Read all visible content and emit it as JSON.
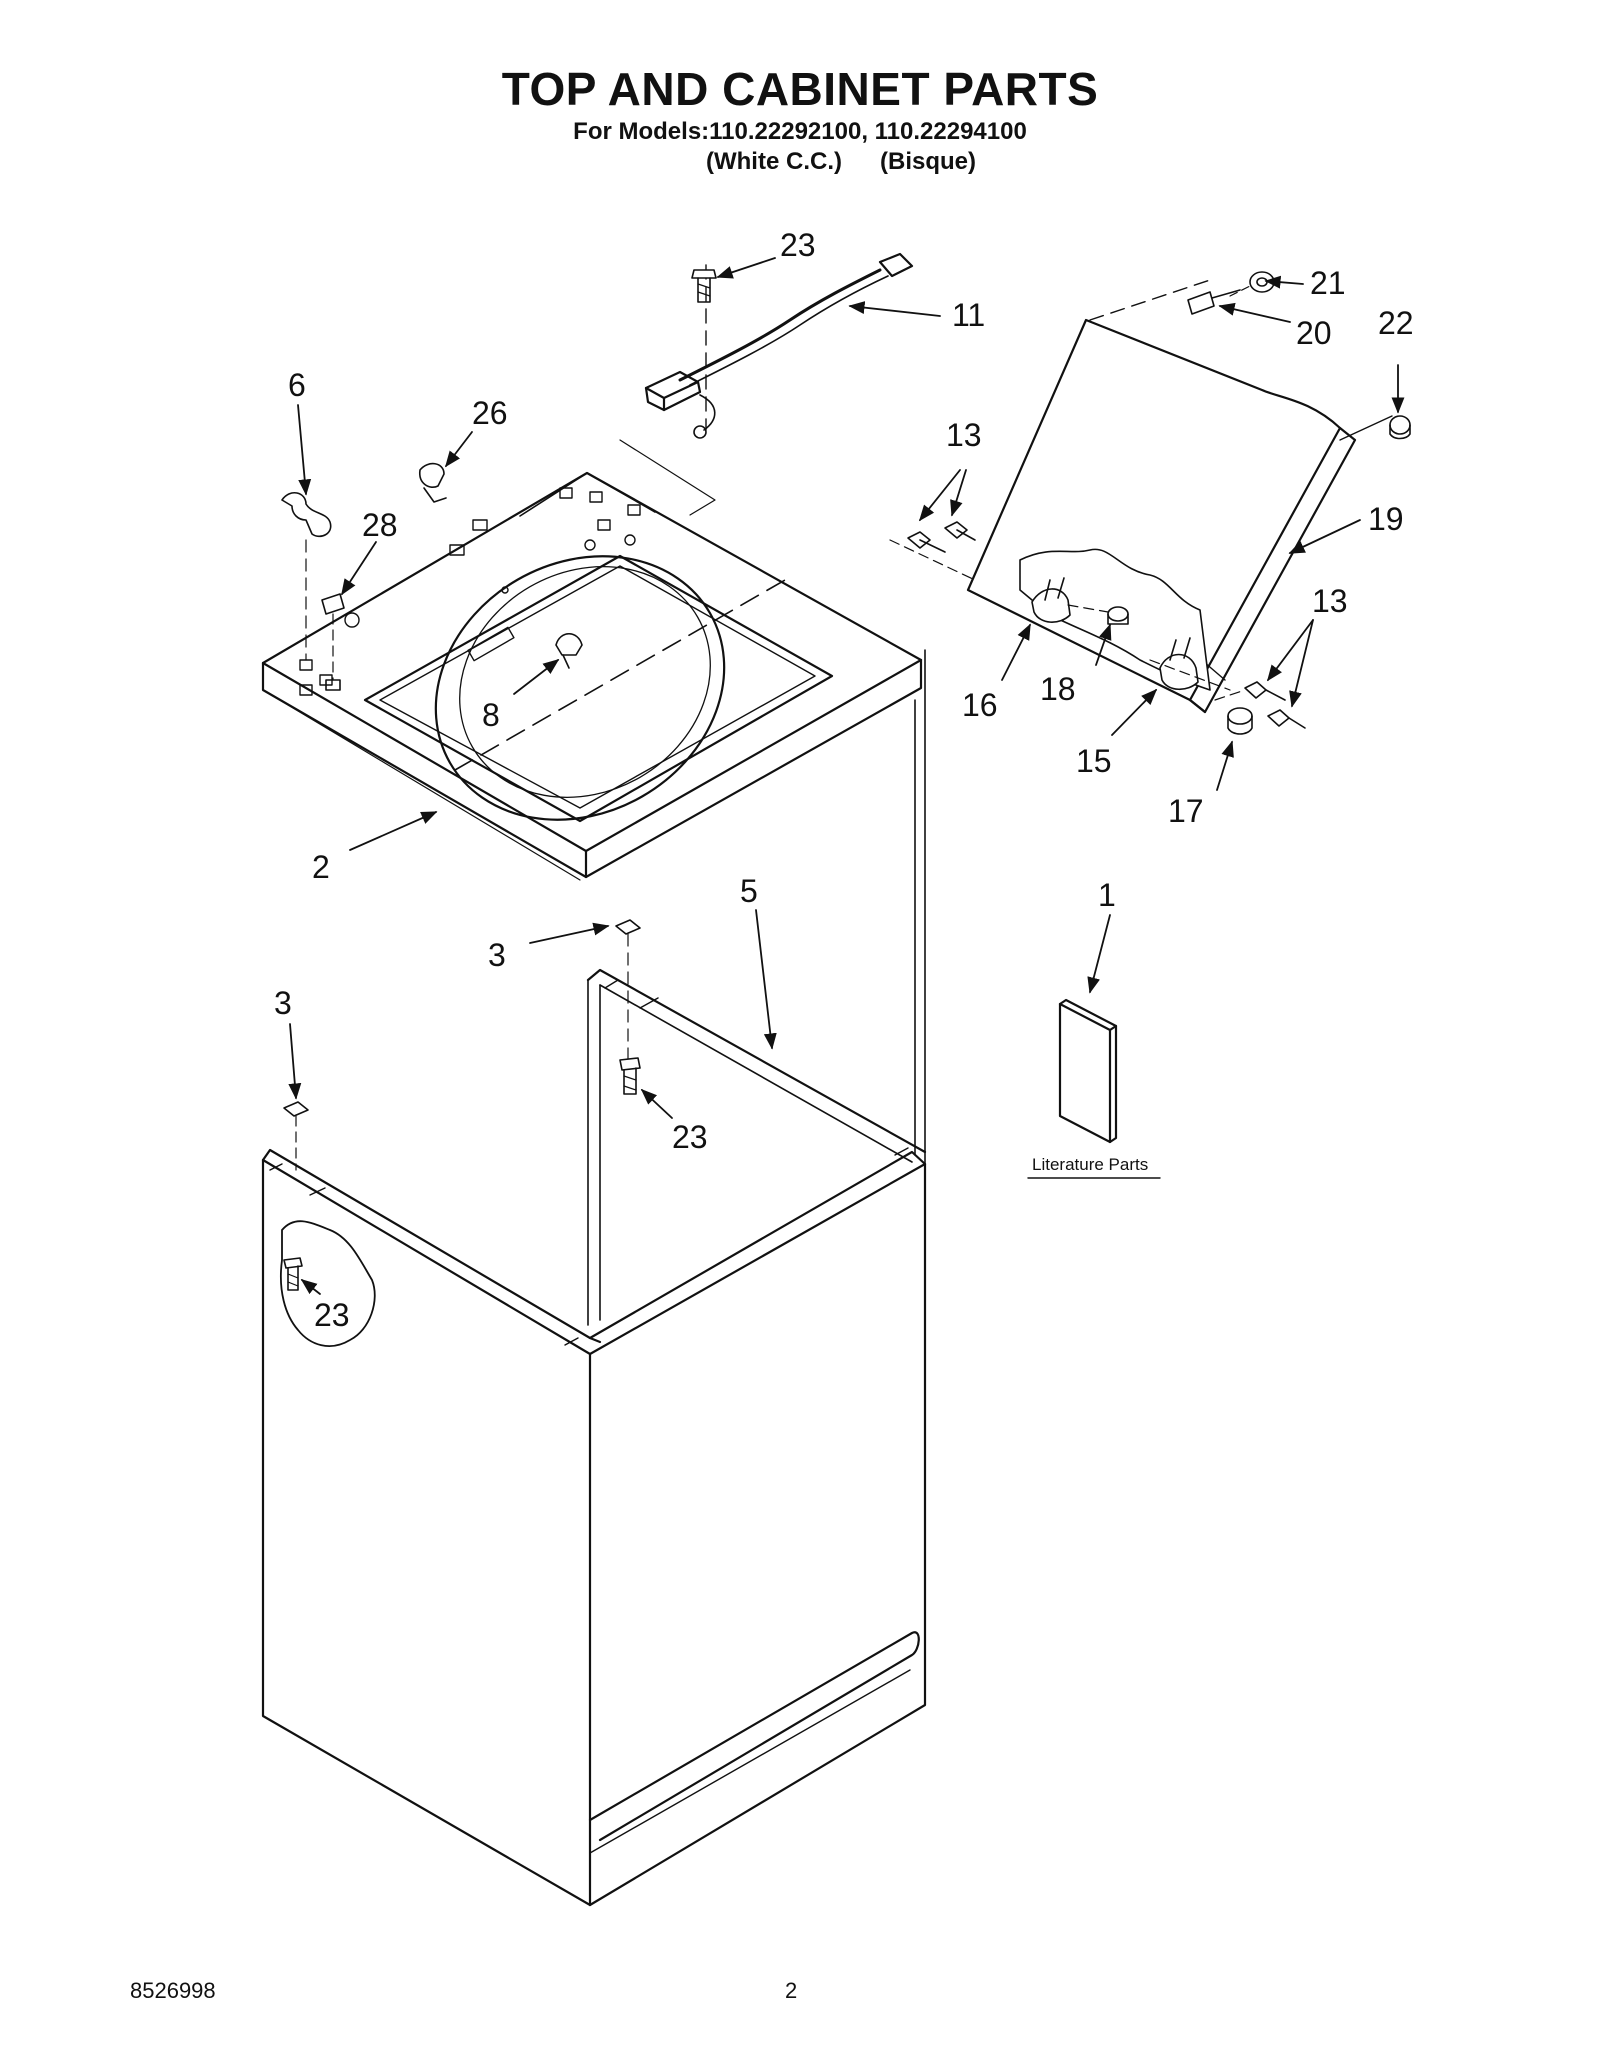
{
  "header": {
    "title": "TOP AND CABINET PARTS",
    "models_line": "For Models:110.22292100, 110.22294100",
    "variant_white": "(White C.C.)",
    "variant_bisque": "(Bisque)"
  },
  "labels": {
    "p23_top": "23",
    "p11": "11",
    "p21": "21",
    "p20": "20",
    "p22": "22",
    "p6": "6",
    "p26": "26",
    "p28": "28",
    "p13_left": "13",
    "p19": "19",
    "p13_right": "13",
    "p8": "8",
    "p16": "16",
    "p18": "18",
    "p15": "15",
    "p17": "17",
    "p2": "2",
    "p5": "5",
    "p1": "1",
    "p3_mid": "3",
    "p3_left": "3",
    "p23_mid": "23",
    "p23_low": "23"
  },
  "literature_parts": "Literature Parts",
  "footer": {
    "doc_code": "8526998",
    "page_number": "2"
  }
}
